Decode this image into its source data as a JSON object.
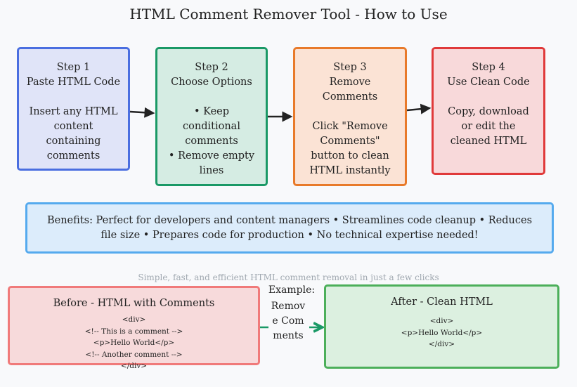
{
  "title": "HTML Comment Remover Tool - How to Use",
  "steps": [
    {
      "heading": "Step 1",
      "name": "Paste HTML Code",
      "lines": [
        "Insert any HTML",
        "content",
        "containing",
        "comments"
      ]
    },
    {
      "heading": "Step 2",
      "name": "Choose Options",
      "lines": [
        "• Keep",
        "conditional",
        "comments",
        "• Remove empty",
        "lines"
      ]
    },
    {
      "heading": "Step 3",
      "name": "Remove Comments",
      "lines": [
        "Click \"Remove",
        "Comments\"",
        "button to clean",
        "HTML instantly"
      ]
    },
    {
      "heading": "Step 4",
      "name": "Use Clean Code",
      "lines": [
        "Copy, download",
        "or edit the",
        "cleaned HTML"
      ]
    }
  ],
  "benefits": "Benefits: Perfect for developers and content managers • Streamlines code cleanup • Reduces file size • Prepares code for production • No technical expertise needed!",
  "subtitle": "Simple, fast, and efficient HTML comment removal in just a few clicks",
  "example_label": "Example:",
  "arrow_label": "Remove Comments",
  "before": {
    "title": "Before - HTML with Comments",
    "code": [
      "<div>",
      "<!-- This is a comment -->",
      "<p>Hello World</p>",
      "<!-- Another comment -->",
      "</div>"
    ]
  },
  "after": {
    "title": "After - Clean HTML",
    "code": [
      "<div>",
      "<p>Hello World</p>",
      "</div>"
    ]
  },
  "colors": {
    "step1": "#4a6ee0",
    "step2": "#1a9966",
    "step3": "#e87a2a",
    "step4": "#e03a3a",
    "benefits": "#55aaee",
    "before": "#f07a7a",
    "after": "#4caf5a"
  }
}
